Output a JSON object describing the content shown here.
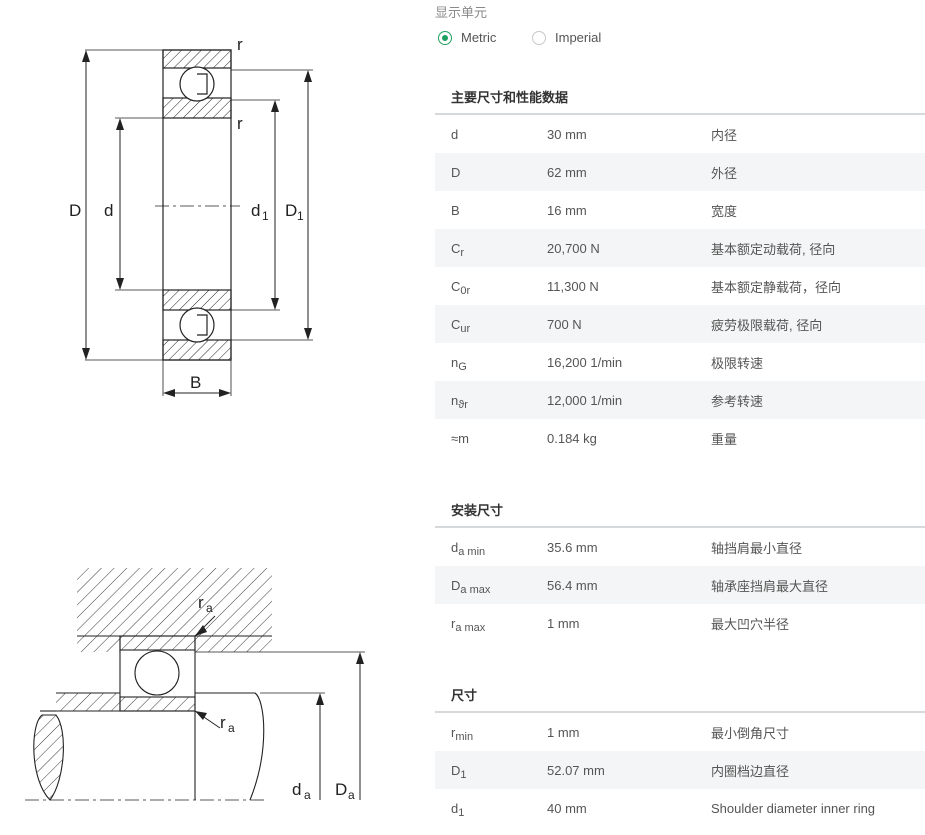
{
  "units": {
    "label": "显示单元",
    "options": [
      {
        "label": "Metric",
        "selected": true
      },
      {
        "label": "Imperial",
        "selected": false
      }
    ]
  },
  "accent_color": "#20a060",
  "drawing_top": {
    "labels": {
      "r_top": "r",
      "r_inner": "r",
      "D": "D",
      "d": "d",
      "d1": "d",
      "d1_sub": "1",
      "D1": "D",
      "D1_sub": "1",
      "B": "B"
    }
  },
  "drawing_bottom": {
    "labels": {
      "ra_top": "r",
      "ra_top_sub": "a",
      "ra_bottom": "r",
      "ra_bottom_sub": "a",
      "da": "d",
      "da_sub": "a",
      "Da": "D",
      "Da_sub": "a"
    }
  },
  "sections": [
    {
      "title": "主要尺寸和性能数据",
      "rows": [
        {
          "sym": "d",
          "sub": "",
          "value": "30 mm",
          "desc": "内径"
        },
        {
          "sym": "D",
          "sub": "",
          "value": "62 mm",
          "desc": "外径"
        },
        {
          "sym": "B",
          "sub": "",
          "value": "16 mm",
          "desc": "宽度"
        },
        {
          "sym": "C",
          "sub": "r",
          "value": "20,700 N",
          "desc": "基本额定动载荷, 径向"
        },
        {
          "sym": "C",
          "sub": "0r",
          "value": "11,300 N",
          "desc": "基本额定静载荷，径向"
        },
        {
          "sym": "C",
          "sub": "ur",
          "value": "700 N",
          "desc": "疲劳极限载荷, 径向"
        },
        {
          "sym": "n",
          "sub": "G",
          "value": "16,200 1/min",
          "desc": "极限转速"
        },
        {
          "sym": "n",
          "sub": "ϑr",
          "value": "12,000 1/min",
          "desc": "参考转速"
        },
        {
          "sym": "≈m",
          "sub": "",
          "value": "0.184 kg",
          "desc": "重量"
        }
      ]
    },
    {
      "title": "安装尺寸",
      "rows": [
        {
          "sym": "d",
          "sub": "a min",
          "value": "35.6 mm",
          "desc": "轴挡肩最小直径"
        },
        {
          "sym": "D",
          "sub": "a max",
          "value": "56.4 mm",
          "desc": "轴承座挡肩最大直径"
        },
        {
          "sym": "r",
          "sub": "a max",
          "value": "1 mm",
          "desc": "最大凹穴半径"
        }
      ]
    },
    {
      "title": "尺寸",
      "rows": [
        {
          "sym": "r",
          "sub": "min",
          "value": "1 mm",
          "desc": "最小倒角尺寸"
        },
        {
          "sym": "D",
          "sub": "1",
          "value": "52.07 mm",
          "desc": "内圈档边直径"
        },
        {
          "sym": "d",
          "sub": "1",
          "value": "40 mm",
          "desc": "Shoulder diameter inner ring"
        }
      ]
    }
  ]
}
